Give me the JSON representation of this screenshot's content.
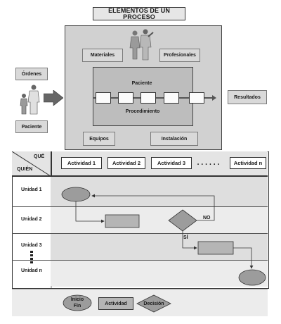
{
  "title": "ELEMENTOS DE UN PROCESO",
  "process": {
    "ordenes": "Órdenes",
    "paciente_left": "Paciente",
    "materiales": "Materiales",
    "profesionales": "Profesionales",
    "paciente_inner": "Paciente",
    "procedimiento": "Procedimiento",
    "equipos": "Equipos",
    "instalacion": "Instalación",
    "resultados": "Resultados"
  },
  "matrix": {
    "que": "QUÉ",
    "quien": "QUIÉN",
    "activities": [
      "Actividad 1",
      "Actividad 2",
      "Actividad 3",
      "Actividad n"
    ],
    "ellipsis": "• • • • • •",
    "units": [
      "Unidad 1",
      "Unidad 2",
      "Unidad 3",
      "Unidad n"
    ],
    "no": "NO",
    "si": "SÍ"
  },
  "legend": {
    "inicio": "Inicio",
    "fin": "Fin",
    "actividad": "Actividad",
    "decision": "Decisión"
  }
}
